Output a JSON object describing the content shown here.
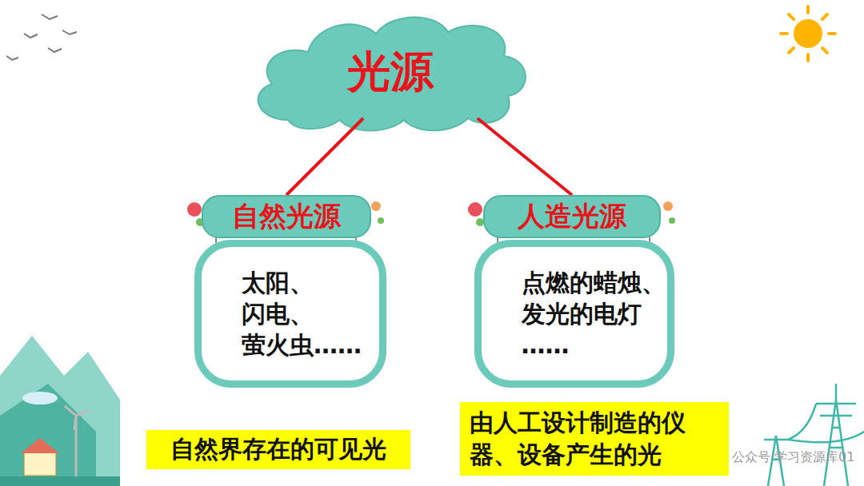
{
  "diagram": {
    "nodes": [
      {
        "text": [
          "光源"
        ]
      },
      {
        "text": [
          "自然光源"
        ]
      },
      {
        "text": [
          "太阳、 闪电、 萤火虫……"
        ]
      },
      {
        "text": [
          "人造光源"
        ]
      },
      {
        "text": [
          "点燃的蜡烛、 发光的电灯 ……"
        ]
      },
      {
        "text": [
          "自然界存在的可见光"
        ]
      },
      {
        "text": [
          "由人工设计制造的仪器、设备产生的光"
        ]
      }
    ],
    "edges": [
      {
        "from": 0,
        "to": 1,
        "arrow": "none"
      },
      {
        "from": 0,
        "to": 3,
        "arrow": "none"
      }
    ],
    "labels": [
      "公众号 学习资源库01"
    ]
  }
}
